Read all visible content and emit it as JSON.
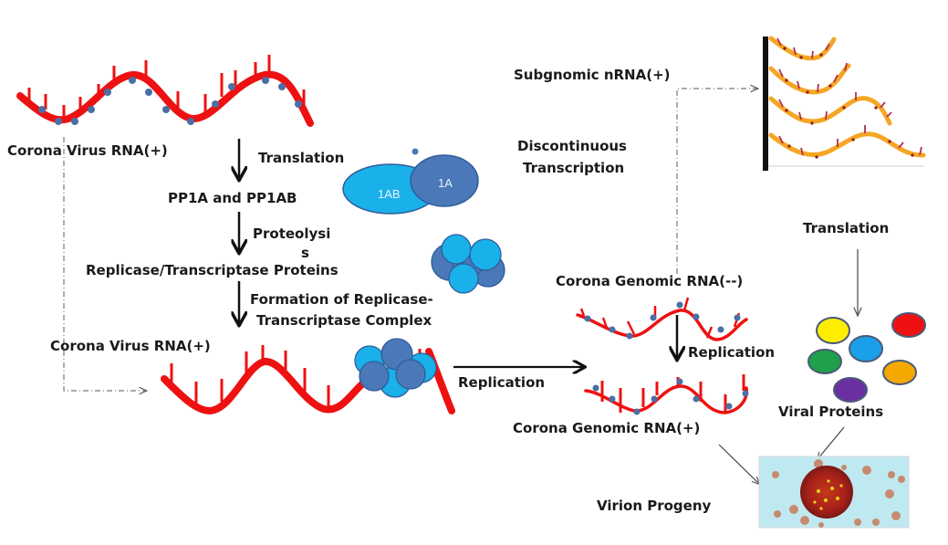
{
  "labels": {
    "rna_top": "Corona Virus RNA(+)",
    "translation_1": "Translation",
    "pp1a": "PP1A and PP1AB",
    "proteolysis_line1": "Proteolysi",
    "proteolysis_line2": "s",
    "replicase_proteins": "Replicase/Transcriptase Proteins",
    "formation_line1": "Formation of Replicase-",
    "formation_line2": "Transcriptase Complex",
    "rna_bottom": "Corona Virus RNA(+)",
    "replication_horizontal": "Replication",
    "subgenomic": "Subgnomic nRNA(+)",
    "discontinuous_line1": "Discontinuous",
    "discontinuous_line2": "Transcription",
    "genomic_negative": "Corona Genomic RNA(--)",
    "replication_vertical": "Replication",
    "genomic_positive": "Corona Genomic RNA(+)",
    "translation_2": "Translation",
    "viral_proteins": "Viral Proteins",
    "virion_progeny": "Virion Progeny"
  },
  "polyprotein_blobs": {
    "large": "1AB",
    "small": "1A"
  },
  "colors": {
    "rna_strand": "#ee1111",
    "nucleotide_dot": "#4a6fa5",
    "protein_light": "#1ab0ea",
    "protein_dark": "#4a78b8",
    "arrow": "#111111",
    "subgenomic_strand": "#f5a623",
    "viral_protein_colors": [
      "#ffee00",
      "#ee1111",
      "#1aa0e8",
      "#1fa04a",
      "#f5a800",
      "#6a2fa0"
    ]
  }
}
